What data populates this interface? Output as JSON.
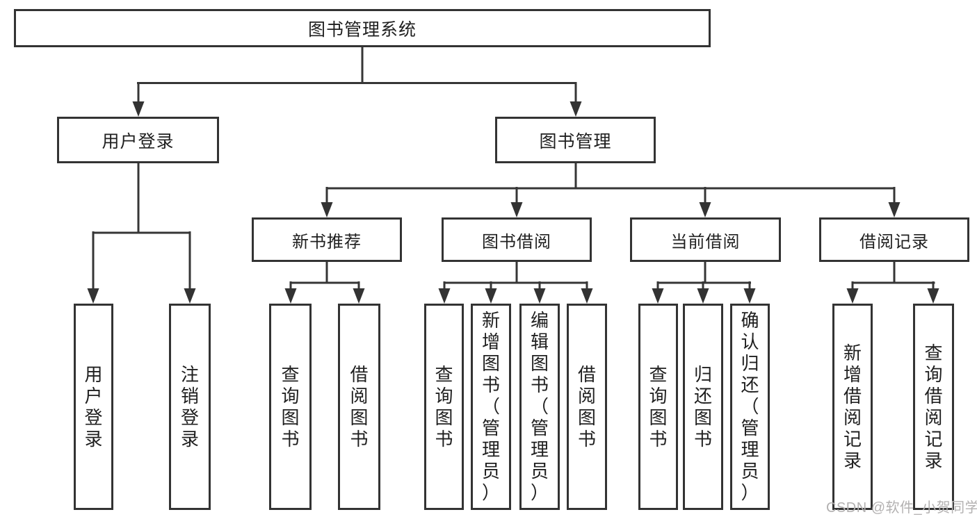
{
  "diagram": {
    "tree": {
      "root": "图书管理系统",
      "children": [
        {
          "label": "用户登录",
          "children": [
            "用户登录",
            "注销登录"
          ]
        },
        {
          "label": "图书管理",
          "children": [
            {
              "label": "新书推荐",
              "children": [
                "查询图书",
                "借阅图书"
              ]
            },
            {
              "label": "图书借阅",
              "children": [
                "查询图书",
                "新增图书（管理员）",
                "编辑图书（管理员）",
                "借阅图书"
              ]
            },
            {
              "label": "当前借阅",
              "children": [
                "查询图书",
                "归还图书",
                "确认归还（管理员）"
              ]
            },
            {
              "label": "借阅记录",
              "children": [
                "新增借阅记录",
                "查询借阅记录"
              ]
            }
          ]
        }
      ]
    },
    "colors": {
      "line": "#363636",
      "border": "#333333",
      "text": "#1f1f1f",
      "watermark": "#b3b1b1",
      "background": "#ffffff"
    }
  },
  "watermark": "CSDN @软件_小贺同学"
}
